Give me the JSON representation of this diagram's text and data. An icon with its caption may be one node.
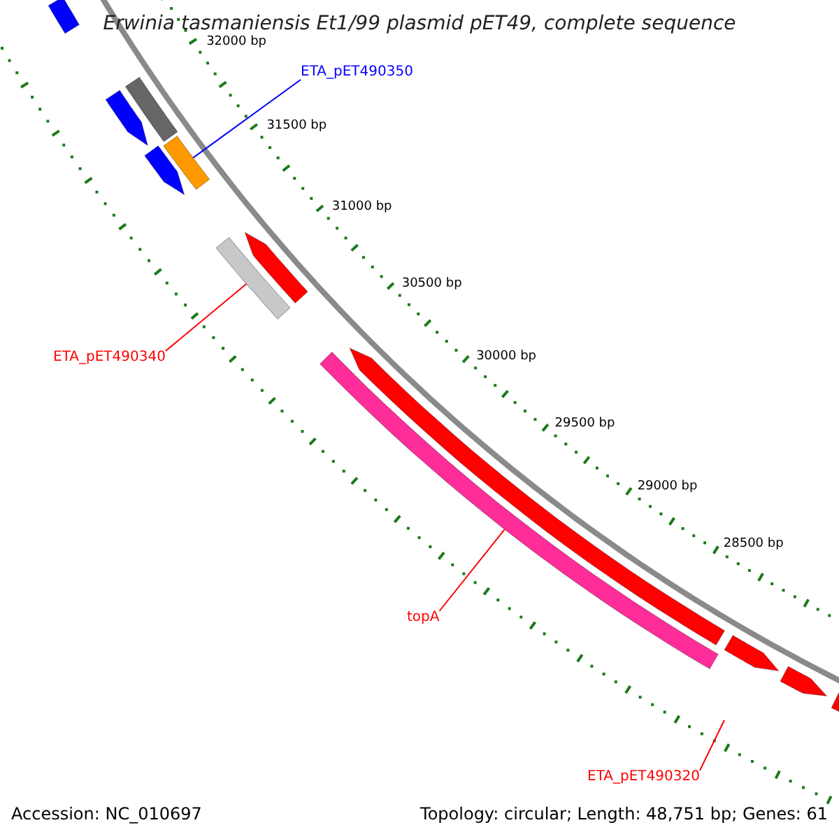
{
  "diagram": {
    "title": "Erwinia tasmaniensis Et1/99 plasmid pET49, complete sequence",
    "nodes": [
      {
        "text": [],
        "shape": "bar"
      },
      {
        "text": [
          "ETA_pET490350"
        ]
      },
      {
        "text": [],
        "shape": "bar"
      },
      {
        "text": [
          "ETA_pET490340"
        ]
      },
      {
        "text": [],
        "shape": "bar"
      },
      {
        "text": [
          "topA"
        ]
      },
      {
        "text": [
          "ETA_pET490320"
        ]
      }
    ],
    "edges": [
      {
        "from": 1,
        "to": 0,
        "arrow": "none",
        "color": "#0000ff"
      },
      {
        "from": 3,
        "to": 2,
        "arrow": "none"
      },
      {
        "from": 5,
        "to": 4,
        "arrow": "none"
      },
      {
        "from": 6,
        "to": null,
        "arrow": "none"
      }
    ],
    "labels": [
      "32000 bp",
      "31500 bp",
      "31000 bp",
      "30500 bp",
      "30000 bp",
      "29500 bp",
      "29000 bp",
      "28500 bp",
      "Accession: NC_010697",
      "Topology: circular; Length: 48,751 bp; Genes: 61"
    ]
  }
}
